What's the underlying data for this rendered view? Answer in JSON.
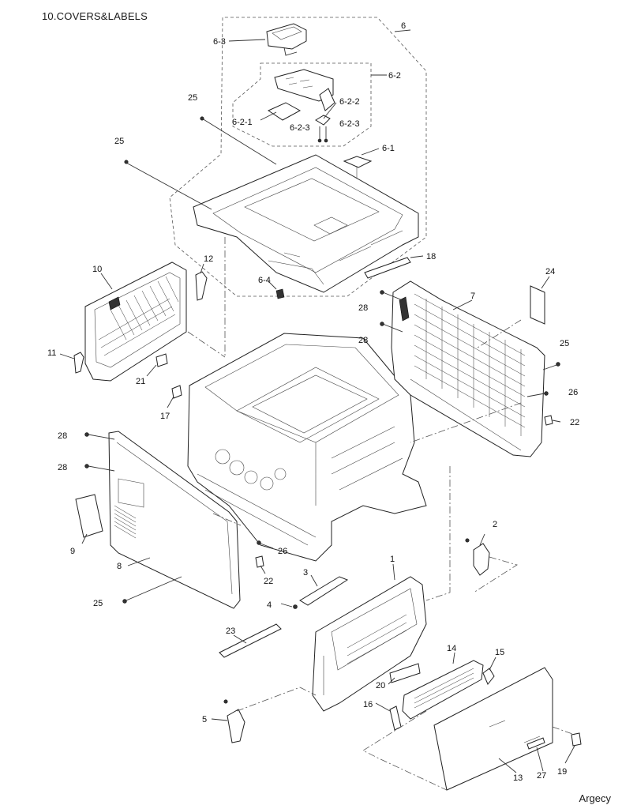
{
  "title": "10.COVERS&LABELS",
  "watermark": "Argecy",
  "callouts": [
    {
      "id": "6",
      "text": "6"
    },
    {
      "id": "6-3",
      "text": "6-3"
    },
    {
      "id": "6-2",
      "text": "6-2"
    },
    {
      "id": "6-2-2",
      "text": "6-2-2"
    },
    {
      "id": "6-2-1",
      "text": "6-2-1"
    },
    {
      "id": "6-2-3a",
      "text": "6-2-3"
    },
    {
      "id": "6-2-3b",
      "text": "6-2-3"
    },
    {
      "id": "6-1",
      "text": "6-1"
    },
    {
      "id": "6-4",
      "text": "6-4"
    },
    {
      "id": "25a",
      "text": "25"
    },
    {
      "id": "25b",
      "text": "25"
    },
    {
      "id": "25c",
      "text": "25"
    },
    {
      "id": "25d",
      "text": "25"
    },
    {
      "id": "10",
      "text": "10"
    },
    {
      "id": "12",
      "text": "12"
    },
    {
      "id": "11",
      "text": "11"
    },
    {
      "id": "21",
      "text": "21"
    },
    {
      "id": "17",
      "text": "17"
    },
    {
      "id": "18",
      "text": "18"
    },
    {
      "id": "24",
      "text": "24"
    },
    {
      "id": "7",
      "text": "7"
    },
    {
      "id": "28a",
      "text": "28"
    },
    {
      "id": "28b",
      "text": "28"
    },
    {
      "id": "28c",
      "text": "28"
    },
    {
      "id": "28d",
      "text": "28"
    },
    {
      "id": "26a",
      "text": "26"
    },
    {
      "id": "26b",
      "text": "26"
    },
    {
      "id": "22a",
      "text": "22"
    },
    {
      "id": "22b",
      "text": "22"
    },
    {
      "id": "9",
      "text": "9"
    },
    {
      "id": "8",
      "text": "8"
    },
    {
      "id": "2",
      "text": "2"
    },
    {
      "id": "1",
      "text": "1"
    },
    {
      "id": "3",
      "text": "3"
    },
    {
      "id": "4",
      "text": "4"
    },
    {
      "id": "23",
      "text": "23"
    },
    {
      "id": "14",
      "text": "14"
    },
    {
      "id": "15",
      "text": "15"
    },
    {
      "id": "20",
      "text": "20"
    },
    {
      "id": "16",
      "text": "16"
    },
    {
      "id": "5",
      "text": "5"
    },
    {
      "id": "13",
      "text": "13"
    },
    {
      "id": "27",
      "text": "27"
    },
    {
      "id": "19",
      "text": "19"
    }
  ]
}
